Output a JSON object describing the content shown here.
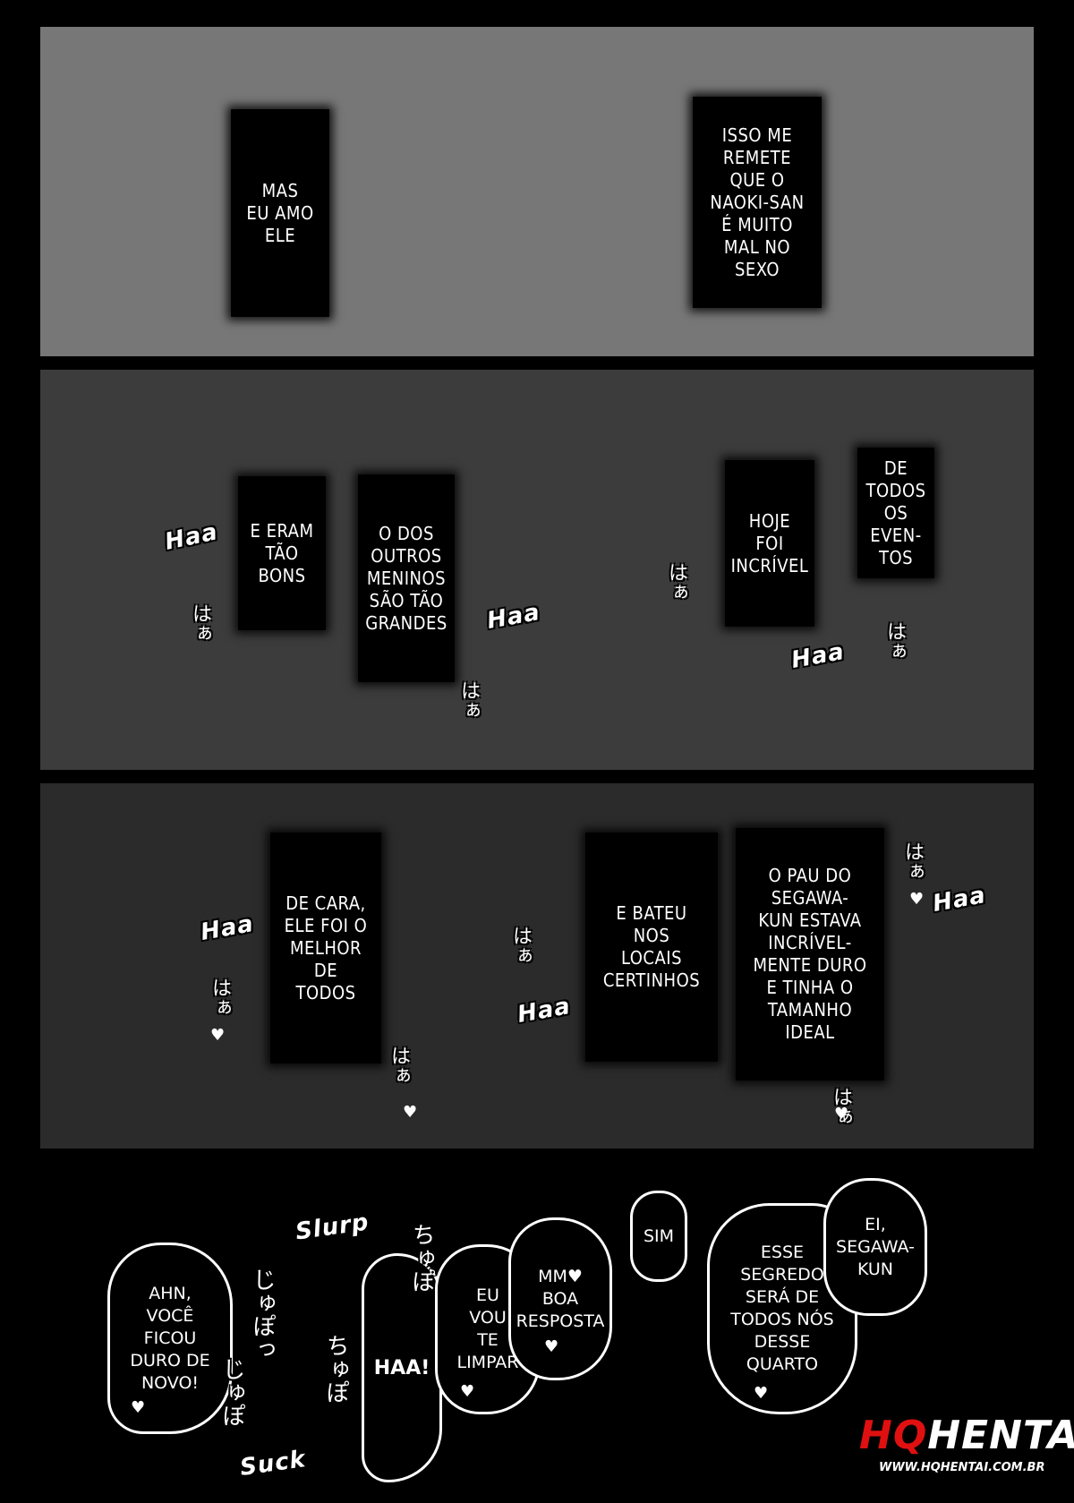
{
  "panel1": {
    "caption_left": "MAS\nEU AMO\nELE",
    "caption_right": "ISSO ME\nREMETE\nQUE O\nNAOKI-SAN\nÉ MUITO\nMAL NO\nSEXO"
  },
  "panel2": {
    "caption_1": "E ERAM\nTÃO\nBONS",
    "caption_2": "O DOS\nOUTROS\nMENINOS\nSÃO TÃO\nGRANDES",
    "caption_3": "HOJE\nFOI\nINCRÍVEL",
    "caption_4": "DE\nTODOS\nOS\nEVEN-\nTOS",
    "sfx_haa": "Haa",
    "sfx_jp": "はぁ"
  },
  "panel3": {
    "caption_1": "DE CARA,\nELE FOI O\nMELHOR\nDE\nTODOS",
    "caption_2": "E BATEU\nNOS\nLOCAIS\nCERTINHOS",
    "caption_3": "O PAU DO\nSEGAWA-\nKUN ESTAVA\nINCRÍVEL-\nMENTE DURO\nE TINHA O\nTAMANHO\nIDEAL",
    "sfx_haa": "Haa",
    "sfx_jp": "はぁ",
    "heart": "♥"
  },
  "panel4": {
    "bubble_ahn": "AHN,\nVOCÊ\nFICOU\nDURO DE\nNOVO!",
    "bubble_haa": "HAA!",
    "bubble_limpar": "EU\nVOU\nTE\nLIMPAR",
    "bubble_mm": "MM♥\nBOA\nRESPOSTA",
    "bubble_sim": "SIM",
    "bubble_segredo": "ESSE\nSEGREDO\nSERÁ DE\nTODOS NÓS\nDESSE\nQUARTO",
    "bubble_ei": "EI,\nSEGAWA-\nKUN",
    "sfx_slurp": "Slurp",
    "sfx_suck": "Suck",
    "sfx_jp1": "じゅぽっ",
    "sfx_jp2": "じゅぽ",
    "sfx_jp3": "ちゅぽ",
    "sfx_jp4": "ちゅぽ",
    "heart": "♥"
  },
  "logo": {
    "hq": "HQ",
    "rest": "HENTAI",
    "url": "WWW.HQHENTAI.COM.BR"
  }
}
